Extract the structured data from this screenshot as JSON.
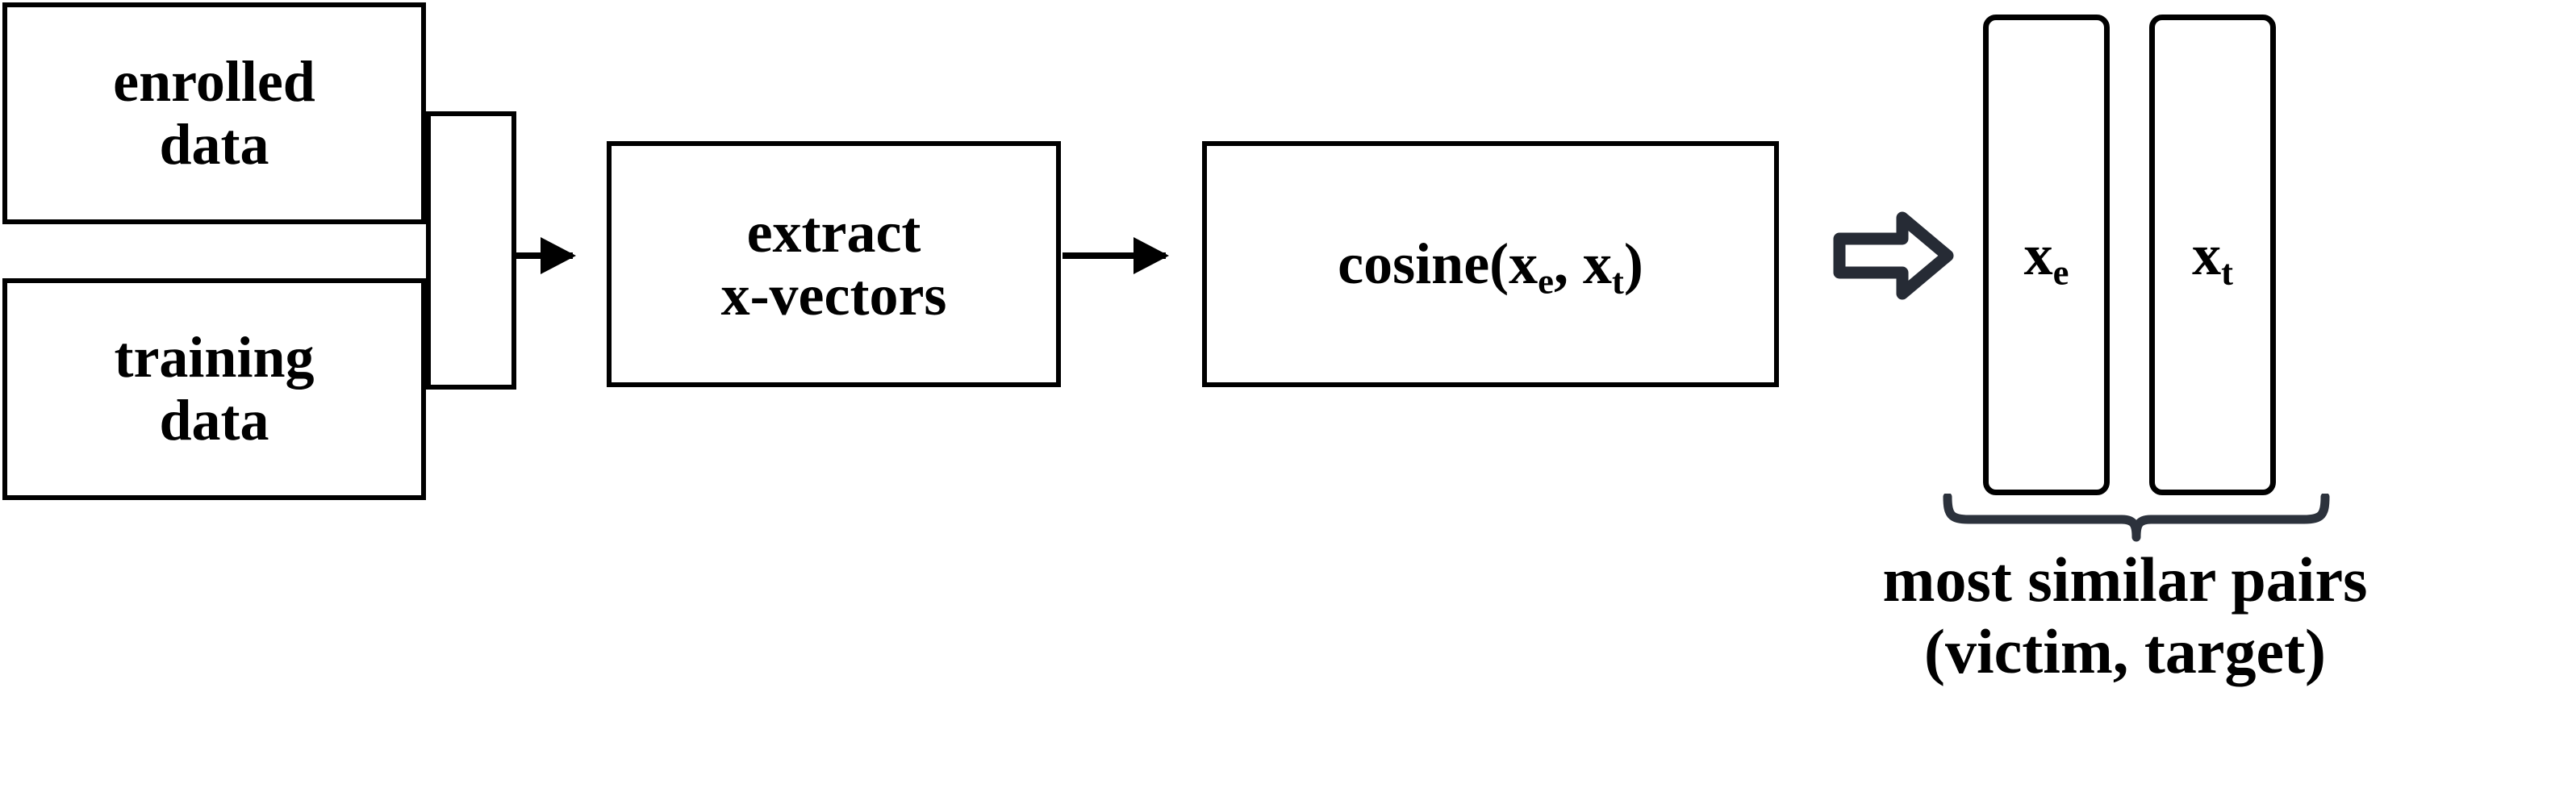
{
  "diagram": {
    "title": "x-vector cosine similarity pair selection pipeline",
    "colors": {
      "stroke": "#000000",
      "accent": "#262b35",
      "background": "#ffffff"
    },
    "boxes": {
      "enrolled": {
        "line1": "enrolled",
        "line2": "data"
      },
      "training": {
        "line1": "training",
        "line2": "data"
      },
      "extract": {
        "line1": "extract",
        "line2": "x-vectors"
      },
      "cosine": {
        "prefix": "cosine(x",
        "sub1": "e",
        "middle": ", x",
        "sub2": "t",
        "suffix": ")"
      }
    },
    "columns": {
      "victim": {
        "base": "x",
        "sub": "e"
      },
      "target": {
        "base": "x",
        "sub": "t"
      }
    },
    "caption": {
      "line1": "most similar pairs",
      "line2": "(victim, target)"
    },
    "icons": {
      "merge_bracket": "merge-bracket",
      "arrow_1": "right-arrow-icon",
      "arrow_2": "right-arrow-icon",
      "block_arrow": "hollow-block-right-arrow-icon",
      "brace": "curly-brace-icon"
    }
  }
}
